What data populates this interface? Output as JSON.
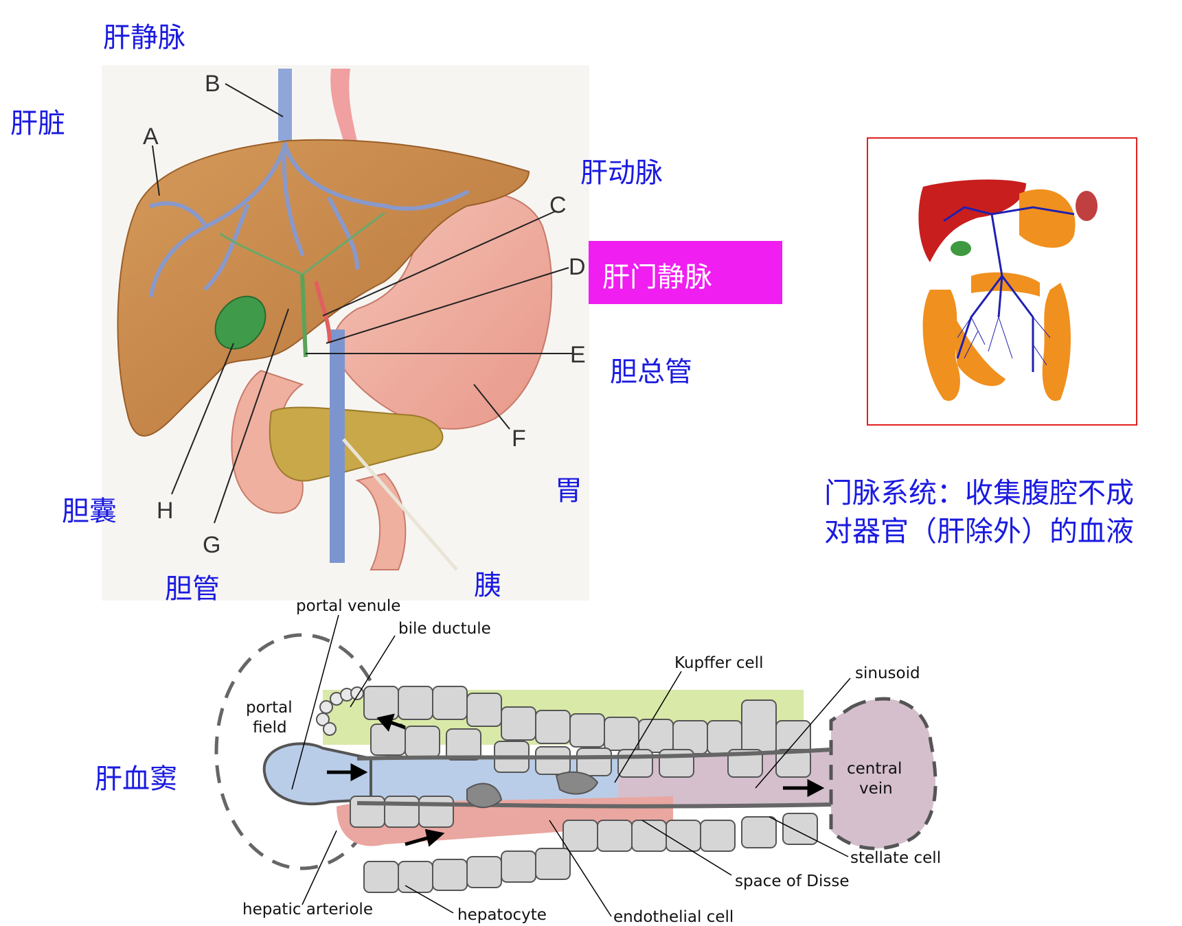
{
  "liver_figure": {
    "labels_cn": {
      "hepatic_vein": "肝静脉",
      "liver": "肝脏",
      "hepatic_artery": "肝动脉",
      "hepatic_portal_vein": "肝门静脉",
      "common_bile_duct": "胆总管",
      "stomach": "胃",
      "gallbladder": "胆囊",
      "bile_duct": "胆管",
      "pancreas": "胰"
    },
    "letters": [
      "A",
      "B",
      "C",
      "D",
      "E",
      "F",
      "G",
      "H"
    ]
  },
  "portal_system": {
    "note_line1": "门脉系统：收集腹腔不成",
    "note_line2": "对器官（肝除外）的血液"
  },
  "sinusoid_figure": {
    "title_cn": "肝血窦",
    "labels": {
      "portal_venule": "portal venule",
      "bile_ductule": "bile ductule",
      "portal_field_1": "portal",
      "portal_field_2": "field",
      "kupffer_cell": "Kupffer cell",
      "sinusoid": "sinusoid",
      "central_vein_1": "central",
      "central_vein_2": "vein",
      "stellate_cell": "stellate cell",
      "space_of_disse": "space of Disse",
      "hepatic_arteriole": "hepatic arteriole",
      "hepatocyte": "hepatocyte",
      "endothelial_cell": "endothelial cell"
    }
  }
}
